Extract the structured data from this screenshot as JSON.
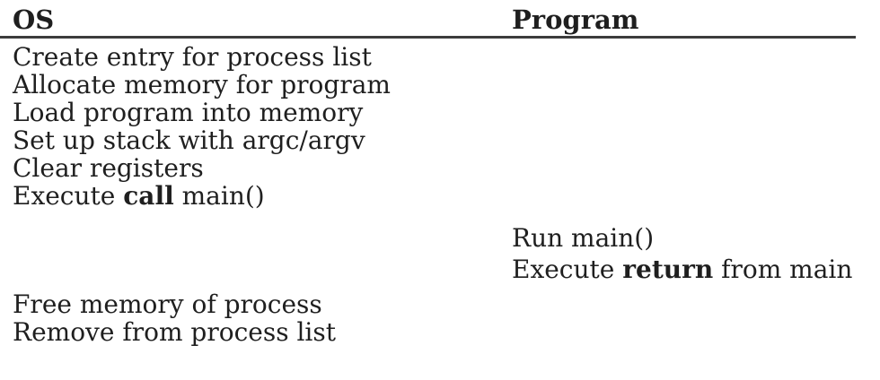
{
  "page": {
    "background": "#ffffff",
    "text_color": "#1f1f1f",
    "rule_color": "#3c3c3c"
  },
  "table": {
    "headers": [
      {
        "id": "os",
        "label": "OS"
      },
      {
        "id": "program",
        "label": "Program"
      }
    ],
    "rows": [
      {
        "column": "OS",
        "text": "Create entry for process list"
      },
      {
        "column": "OS",
        "text": "Allocate memory for program"
      },
      {
        "column": "OS",
        "text": "Load program into memory"
      },
      {
        "column": "OS",
        "text": "Set up stack with argc/argv"
      },
      {
        "column": "OS",
        "text": "Clear registers"
      },
      {
        "column": "OS",
        "prefix": "Execute ",
        "bold": "call",
        "suffix": " main()"
      },
      {
        "column": "Program",
        "text": "Run main()"
      },
      {
        "column": "Program",
        "prefix": "Execute ",
        "bold": "return",
        "suffix": " from main"
      },
      {
        "column": "OS",
        "text": "Free memory of process"
      },
      {
        "column": "OS",
        "text": "Remove from process list"
      }
    ]
  }
}
